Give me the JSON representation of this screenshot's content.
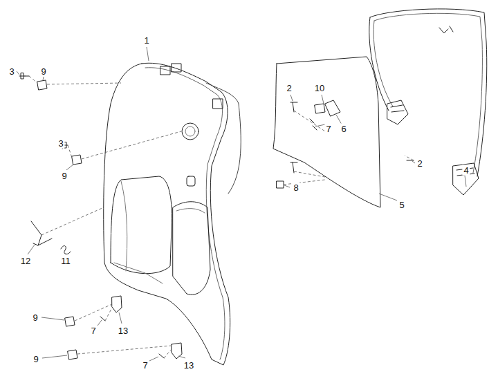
{
  "diagram": {
    "labels": [
      "1",
      "3",
      "9",
      "2",
      "10",
      "7",
      "6",
      "3",
      "9",
      "2",
      "8",
      "5",
      "4",
      "12",
      "11",
      "9",
      "7",
      "13",
      "9",
      "7",
      "13"
    ]
  }
}
